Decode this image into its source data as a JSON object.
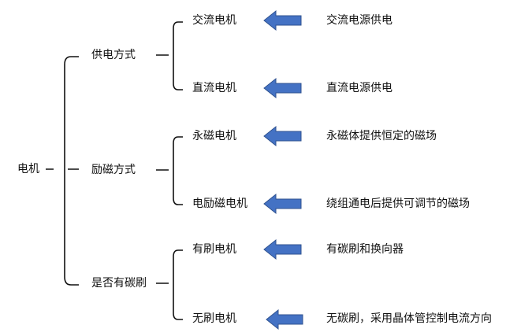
{
  "root": {
    "label": "电机"
  },
  "categories": [
    {
      "label": "供电方式",
      "items": [
        {
          "name": "交流电机",
          "description": "交流电源供电"
        },
        {
          "name": "直流电机",
          "description": "直流电源供电"
        }
      ]
    },
    {
      "label": "励磁方式",
      "items": [
        {
          "name": "永磁电机",
          "description": "永磁体提供恒定的磁场"
        },
        {
          "name": "电励磁电机",
          "description": "绕组通电后提供可调节的磁场"
        }
      ]
    },
    {
      "label": "是否有碳刷",
      "items": [
        {
          "name": "有刷电机",
          "description": "有碳刷和换向器"
        },
        {
          "name": "无刷电机",
          "description": "无碳刷，采用晶体管控制电流方向"
        }
      ]
    }
  ],
  "colors": {
    "arrow": "#4472C4",
    "arrow_stroke": "#2F528F",
    "bracket": "#111111"
  }
}
